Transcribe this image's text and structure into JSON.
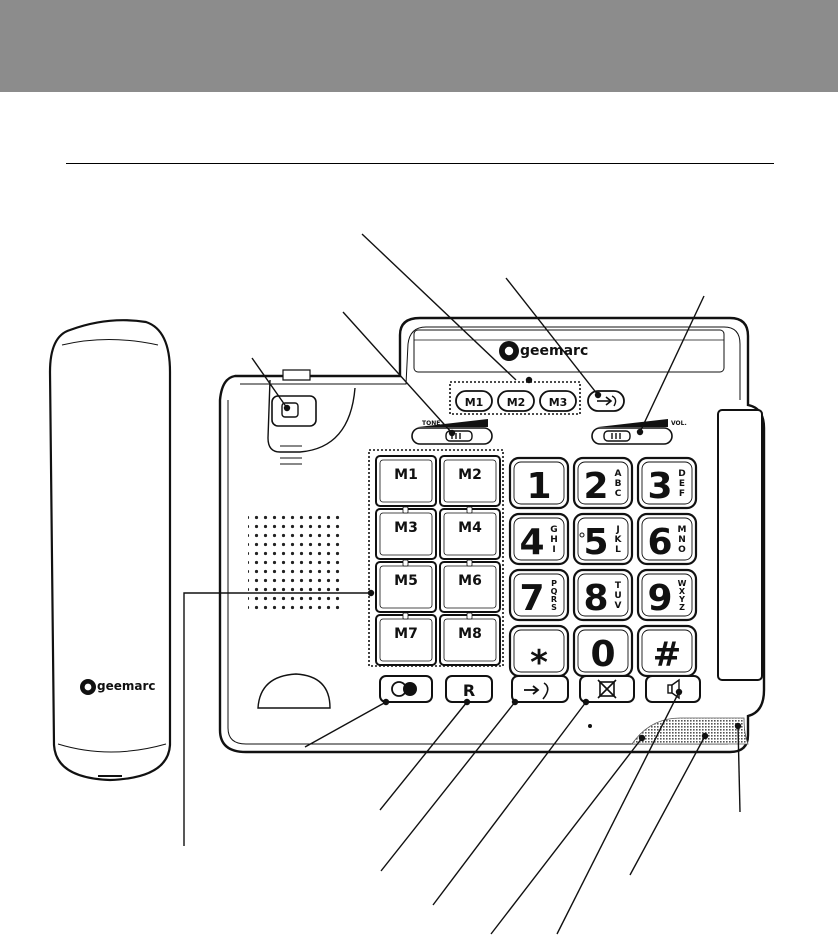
{
  "brand": {
    "logo_text": "geemarc"
  },
  "memory_keys": {
    "top_row": [
      "M1",
      "M2",
      "M3"
    ],
    "grid": [
      "M1",
      "M2",
      "M3",
      "M4",
      "M5",
      "M6",
      "M7",
      "M8"
    ]
  },
  "sliders": {
    "tone_label": "TONE",
    "volume_label": "VOL."
  },
  "keypad": [
    {
      "digit": "1",
      "letters": ""
    },
    {
      "digit": "2",
      "letters": "ABC"
    },
    {
      "digit": "3",
      "letters": "DEF"
    },
    {
      "digit": "4",
      "letters": "GHI"
    },
    {
      "digit": "5",
      "letters": "JKL"
    },
    {
      "digit": "6",
      "letters": "MNO"
    },
    {
      "digit": "7",
      "letters": "PQRS"
    },
    {
      "digit": "8",
      "letters": "TUV"
    },
    {
      "digit": "9",
      "letters": "WXYZ"
    },
    {
      "digit": "*",
      "letters": ""
    },
    {
      "digit": "0",
      "letters": ""
    },
    {
      "digit": "#",
      "letters": ""
    }
  ],
  "function_keys": {
    "recall_label": "R"
  },
  "icons": {
    "store_key": "store-arrow-icon",
    "handsfree_mic": "circle-dot-icon",
    "redial": "redial-arrow-icon",
    "mute": "mute-icon",
    "speaker": "speaker-icon"
  },
  "colors": {
    "header_band": "#8c8c8c",
    "outline": "#1a1a1a",
    "body_fill": "#ffffff",
    "speaker_grille": "#555555"
  }
}
